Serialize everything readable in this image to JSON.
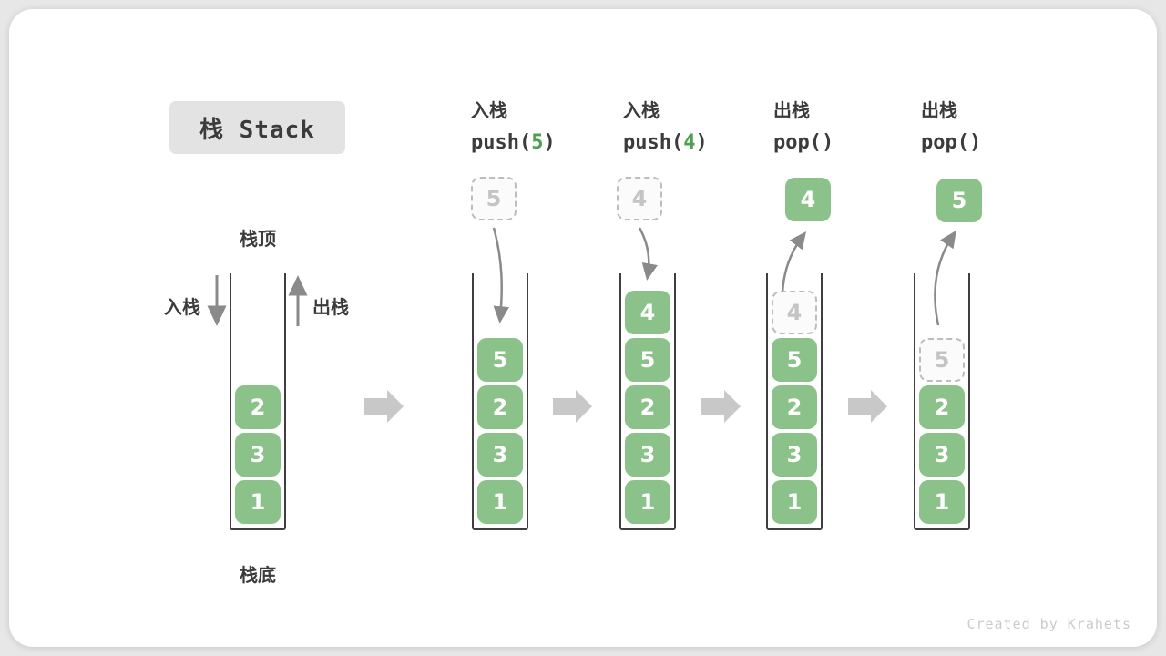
{
  "title": "栈 Stack",
  "labels": {
    "stack_top": "栈顶",
    "stack_bottom": "栈底",
    "push_side": "入栈",
    "pop_side": "出栈"
  },
  "operations": [
    {
      "label": "入栈",
      "code_pre": "push(",
      "code_arg": "5",
      "code_suf": ")"
    },
    {
      "label": "入栈",
      "code_pre": "push(",
      "code_arg": "4",
      "code_suf": ")"
    },
    {
      "label": "出栈",
      "code_pre": "pop(",
      "code_arg": "",
      "code_suf": ")"
    },
    {
      "label": "出栈",
      "code_pre": "pop(",
      "code_arg": "",
      "code_suf": ")"
    }
  ],
  "stacks": [
    {
      "cells": [
        "2",
        "3",
        "1"
      ]
    },
    {
      "incoming": "5",
      "cells": [
        "5",
        "2",
        "3",
        "1"
      ]
    },
    {
      "incoming": "4",
      "cells": [
        "4",
        "5",
        "2",
        "3",
        "1"
      ]
    },
    {
      "popped": "4",
      "ghost": "4",
      "cells": [
        "5",
        "2",
        "3",
        "1"
      ]
    },
    {
      "popped": "5",
      "ghost": "5",
      "cells": [
        "2",
        "3",
        "1"
      ]
    }
  ],
  "credit": "Created by Krahets",
  "colors": {
    "page_bg": "#e7e7e7",
    "card_bg": "#ffffff",
    "ink": "#3b3b3b",
    "wall": "#3f3f3f",
    "box_green": "#8bc289",
    "code_green": "#4ea04e",
    "ghost_border": "#bdbdbd",
    "ghost_text": "#c4c4c4",
    "ghost_bg": "#fbfbfb",
    "arrow": "#8a8a8a",
    "block_arrow": "#c8c8c8",
    "title_bg": "#e3e3e3",
    "credit": "#cbcbcb"
  }
}
